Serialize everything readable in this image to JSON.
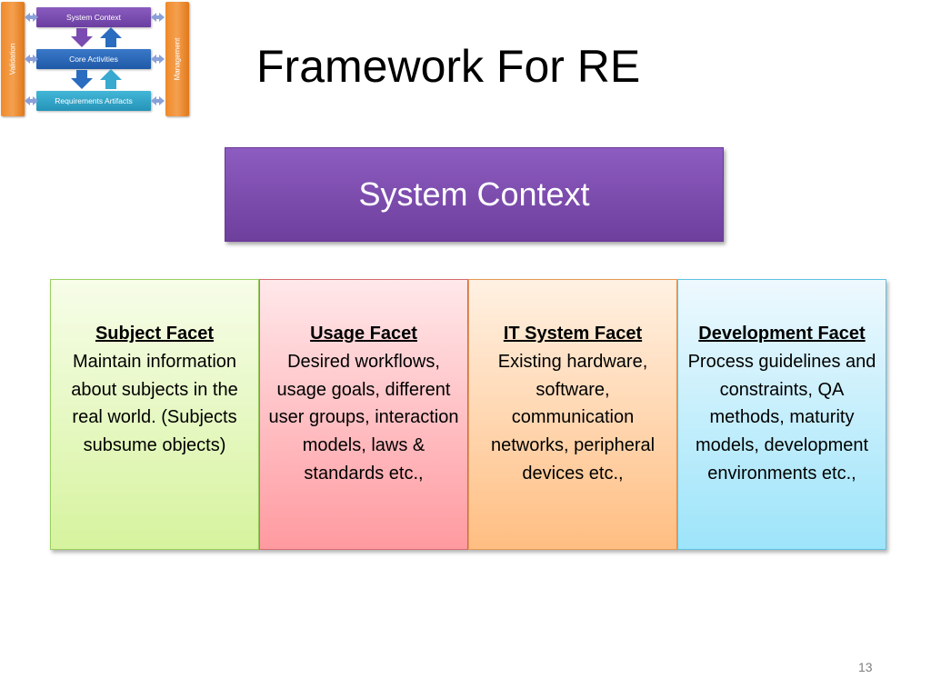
{
  "mini_diagram": {
    "top_box": "System Context",
    "middle_box": "Core Activities",
    "bottom_box": "Requirements Artifacts",
    "left_bar": "Validation",
    "right_bar": "Management"
  },
  "title": "Framework For RE",
  "context_box": "System Context",
  "facets": [
    {
      "heading": "Subject Facet",
      "body": "Maintain information about subjects in the real world. (Subjects subsume objects)",
      "color": "#d6f39e"
    },
    {
      "heading": "Usage Facet",
      "body": "Desired workflows, usage goals, different user groups, interaction models, laws & standards etc.,",
      "color": "#ff9aa0"
    },
    {
      "heading": "IT System Facet",
      "body": "Existing hardware, software, communication networks, peripheral devices etc.,",
      "color": "#ffbe82"
    },
    {
      "heading": "Development Facet",
      "body": "Process guidelines and constraints, QA methods, maturity models, development environments etc.,",
      "color": "#9de4fa"
    }
  ],
  "page_number": "13"
}
